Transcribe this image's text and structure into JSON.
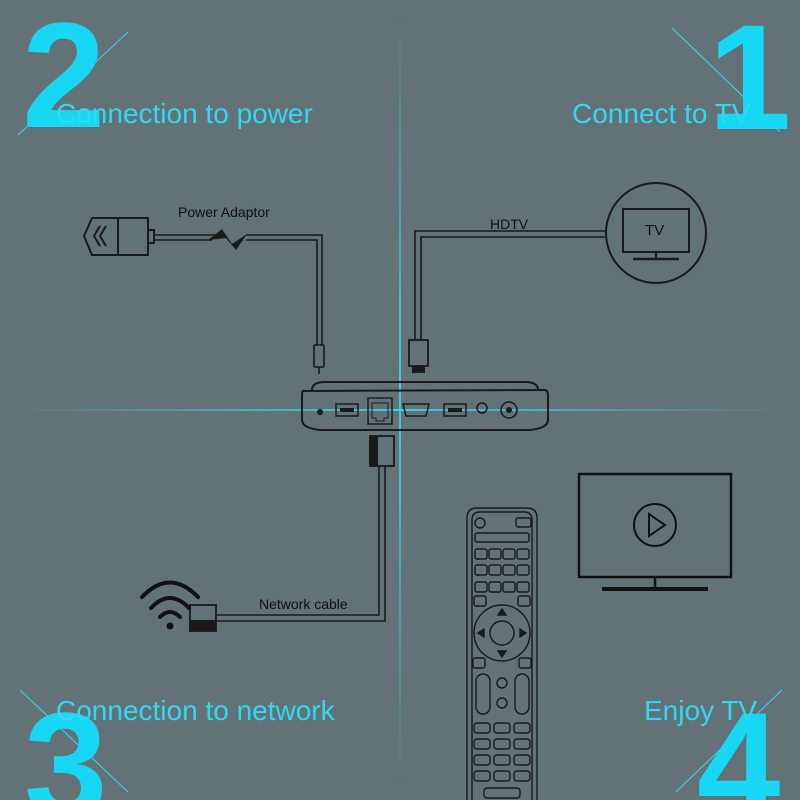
{
  "steps": [
    {
      "number": "1",
      "title": "Connect to TV"
    },
    {
      "number": "2",
      "title": "Connection to power"
    },
    {
      "number": "3",
      "title": "Connection to network"
    },
    {
      "number": "4",
      "title": "Enjoy TV"
    }
  ],
  "labels": {
    "power_adaptor": "Power Adaptor",
    "hdtv": "HDTV",
    "tv": "TV",
    "network_cable": "Network cable"
  },
  "colors": {
    "background": "#637277",
    "accent": "#18d7f5",
    "line": "#1a1a1a"
  },
  "icons": [
    "power-plug-icon",
    "lightning-icon",
    "tv-icon",
    "wifi-icon",
    "play-icon",
    "remote-control-icon",
    "set-top-box-icon"
  ]
}
